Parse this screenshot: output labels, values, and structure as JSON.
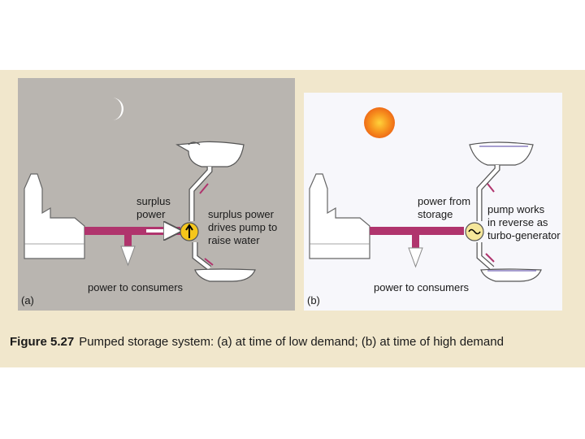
{
  "colors": {
    "frame": "#f1e7cc",
    "night_panel": "#b9b5b0",
    "day_panel": "#f7f7fb",
    "power_line": "#b0346d",
    "water": "#ffffff"
  },
  "panel_a": {
    "tag": "(a)",
    "label_surplus_1": "surplus",
    "label_surplus_2": "power",
    "label_pump_1": "surplus power",
    "label_pump_2": "drives pump to",
    "label_pump_3": "raise water",
    "label_consumers": "power to consumers",
    "icon": "moon-icon"
  },
  "panel_b": {
    "tag": "(b)",
    "label_storage_1": "power from",
    "label_storage_2": "storage",
    "label_pump_1": "pump works",
    "label_pump_2": "in reverse as",
    "label_pump_3": "turbo-generator",
    "label_consumers": "power to consumers",
    "icon": "sun-icon"
  },
  "caption": {
    "number": "Figure 5.27",
    "text": "Pumped storage system: (a) at time of low demand; (b) at time of high demand"
  }
}
